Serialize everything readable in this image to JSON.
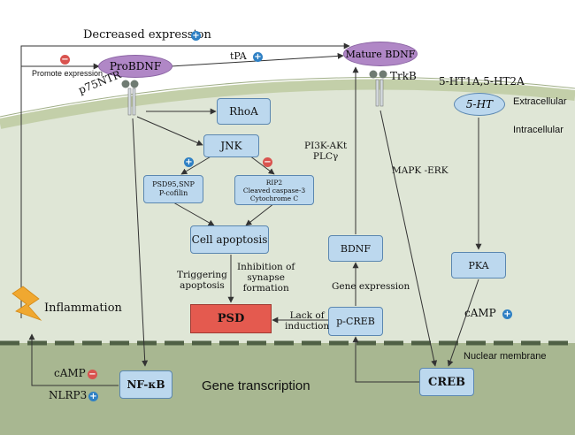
{
  "top": {
    "decreased_expression": "Decreased expression",
    "promote_expression": "Promote expression",
    "tpa": "tPA"
  },
  "receptors": {
    "probdnf": "ProBDNF",
    "p75ntr": "p75NTR",
    "mature_bdnf": "Mature BDNF",
    "trkb": "TrkB",
    "serotonin_receptors": "5-HT1A,5-HT2A",
    "serotonin": "5-HT"
  },
  "regions": {
    "extracellular": "Extracellular",
    "intracellular": "Intracellular",
    "nuclear_membrane": "Nuclear membrane",
    "gene_transcription": "Gene transcription"
  },
  "nodes": {
    "rhoa": "RhoA",
    "jnk": "JNK",
    "psd95": [
      "PSD95,SNP",
      "P-cofilin"
    ],
    "rip2": [
      "RIP2",
      "Cleaved caspase-3",
      "Cytochrome C"
    ],
    "cell_apoptosis": "Cell apoptosis",
    "psd": "PSD",
    "bdnf": "BDNF",
    "p_creb": "p-CREB",
    "creb": "CREB",
    "pka": "PKA",
    "nfkb": "NF-κB"
  },
  "labels": {
    "pi3k": [
      "PI3K-AKt",
      "PLCγ"
    ],
    "mapk": "MAPK -ERK",
    "gene_expression": "Gene expression",
    "triggering": [
      "Triggering",
      "apoptosis"
    ],
    "inhibition": [
      "Inhibition of",
      "synapse",
      "formation"
    ],
    "lack": [
      "Lack of",
      "induction"
    ],
    "camp_right": "cAMP",
    "camp_left": "cAMP",
    "nlrp3": "NLRP3",
    "inflammation": "Inflammation"
  },
  "colors": {
    "cell_fill": "#dfe6d6",
    "cell_membrane": "#c3cfa9",
    "nucleus_fill": "#a8b791",
    "box_fill": "#bcd8ee",
    "oval_fill": "#b087c6",
    "psd_fill": "#e45a4f",
    "lightning": "#f0a830"
  }
}
